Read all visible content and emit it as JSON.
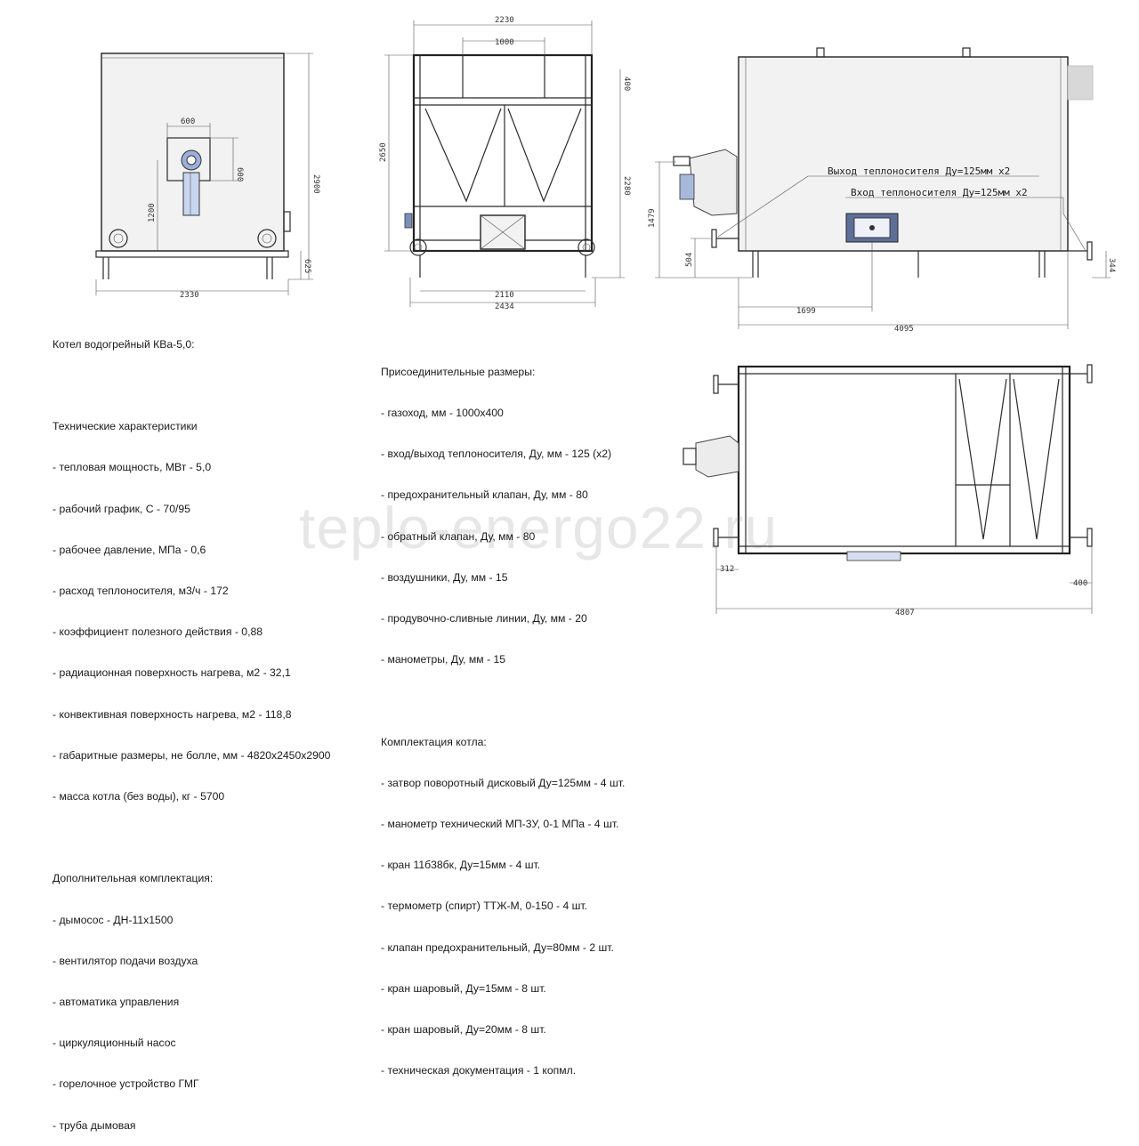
{
  "spec_block": {
    "title": "Котел водогрейный КВа-5,0:",
    "tech_heading": "Технические характеристики",
    "tech_items": [
      "- тепловая мощность, МВт - 5,0",
      "- рабочий график, С - 70/95",
      "- рабочее давление, МПа - 0,6",
      "- расход теплоносителя, м3/ч - 172",
      "- коэффициент полезного действия - 0,88",
      "- радиационная поверхность нагрева, м2 - 32,1",
      "- конвективная поверхность нагрева, м2 - 118,8",
      "- габаритные размеры, не болле, мм - 4820х2450х2900",
      "- масса котла (без воды), кг - 5700"
    ],
    "extra_heading": "Дополнительная комплектация:",
    "extra_items": [
      "- дымосос - ДН-11х1500",
      "- вентилятор подачи воздуха",
      "- автоматика управления",
      "- циркуляционный насос",
      "- горелочное устройство ГМГ",
      "- труба дымовая"
    ]
  },
  "connections_block": {
    "heading": "Присоединительные размеры:",
    "items": [
      "- газоход, мм - 1000х400",
      "- вход/выход теплоносителя, Ду, мм - 125 (х2)",
      "- предохранительный клапан, Ду, мм - 80",
      "- обратный клапан, Ду, мм - 80",
      "- воздушники, Ду, мм - 15",
      "- продувочно-сливные линии, Ду, мм - 20",
      "- манометры, Ду, мм - 15"
    ]
  },
  "kit_block": {
    "heading": "Комплектация котла:",
    "items": [
      "- затвор поворотный дисковый Ду=125мм - 4 шт.",
      "- манометр технический МП-3У, 0-1 МПа - 4 шт.",
      "- кран 11б38бк, Ду=15мм - 4 шт.",
      "- термометр (спирт) ТТЖ-М, 0-150 - 4 шт.",
      "- клапан предохранительный, Ду=80мм - 2 шт.",
      "- кран шаровый, Ду=15мм - 8 шт.",
      "- кран шаровый, Ду=20мм - 8 шт.",
      "- техническая документация - 1 копмл."
    ]
  },
  "watermark": "teplo-energo22.ru",
  "callouts": {
    "outlet": "Выход теплоносителя Ду=125мм х2",
    "inlet": "Вход теплоносителя Ду=125мм х2"
  },
  "dims": {
    "front_600_w": "600",
    "front_600_h": "600",
    "front_1200": "1200",
    "front_2900": "2900",
    "front_625": "625",
    "front_2330": "2330",
    "rear_2230": "2230",
    "rear_1000": "1000",
    "rear_400": "400",
    "rear_2650": "2650",
    "rear_2280": "2280",
    "rear_2110": "2110",
    "rear_2434": "2434",
    "side_1479": "1479",
    "side_504": "504",
    "side_1699": "1699",
    "side_4095": "4095",
    "side_344": "344",
    "plan_312": "312",
    "plan_400": "400",
    "plan_4807": "4807"
  }
}
